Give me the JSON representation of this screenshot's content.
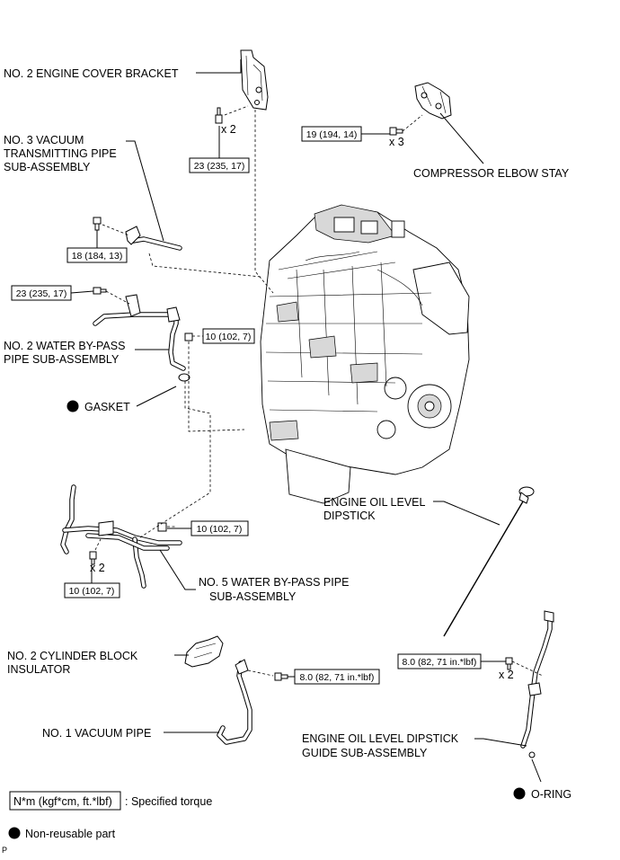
{
  "labels": {
    "engine_cover_bracket": "NO. 2 ENGINE COVER BRACKET",
    "vacuum_transmitting_pipe": [
      "NO. 3 VACUUM",
      "TRANSMITTING PIPE",
      "SUB-ASSEMBLY"
    ],
    "compressor_elbow_stay": "COMPRESSOR ELBOW STAY",
    "water_bypass_pipe_2": [
      "NO. 2 WATER BY-PASS",
      "PIPE SUB-ASSEMBLY"
    ],
    "gasket": "GASKET",
    "oil_level_dipstick": [
      "ENGINE OIL LEVEL",
      "DIPSTICK"
    ],
    "water_bypass_pipe_5": [
      "NO. 5 WATER BY-PASS PIPE",
      "SUB-ASSEMBLY"
    ],
    "cylinder_block_insulator": [
      "NO. 2 CYLINDER BLOCK",
      "INSULATOR"
    ],
    "vacuum_pipe_1": "NO. 1 VACUUM PIPE",
    "dipstick_guide": [
      "ENGINE OIL LEVEL DIPSTICK",
      "GUIDE SUB-ASSEMBLY"
    ],
    "o_ring": "O-RING"
  },
  "torques": {
    "bracket_bolt": "23 (235, 17)",
    "compressor_stay_bolt": "19 (194, 14)",
    "vacuum_pipe_bolt": "18 (184, 13)",
    "bypass_pipe_bolt": "23 (235, 17)",
    "bypass_pipe_nut": "10 (102, 7)",
    "bypass5_nut": "10 (102, 7)",
    "bypass5_bolt": "10 (102, 7)",
    "vacuum1_bolt": "8.0 (82, 71 in.*lbf)",
    "dipstick_guide_bolt": "8.0 (82, 71 in.*lbf)"
  },
  "quantities": {
    "bracket_bolt": "x 2",
    "compressor_stay_bolt": "x 3",
    "bypass5_bolt": "x 2",
    "dipstick_guide_bolt": "x 2"
  },
  "legend": {
    "torque_unit": "N*m (kgf*cm, ft.*lbf)",
    "torque_desc": ": Specified torque",
    "nonreusable_desc": "Non-reusable part"
  },
  "corner_mark": "P"
}
